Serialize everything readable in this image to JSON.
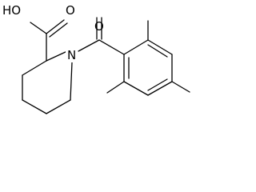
{
  "molecule": {
    "atom_labels": {
      "hydroxyl": "HO",
      "carbonyl_oxygen_acid": "O",
      "carbonyl_oxygen_amide": "O",
      "nitrogen": "N"
    }
  },
  "colors": {
    "bond": "#000000",
    "background": "#ffffff"
  }
}
